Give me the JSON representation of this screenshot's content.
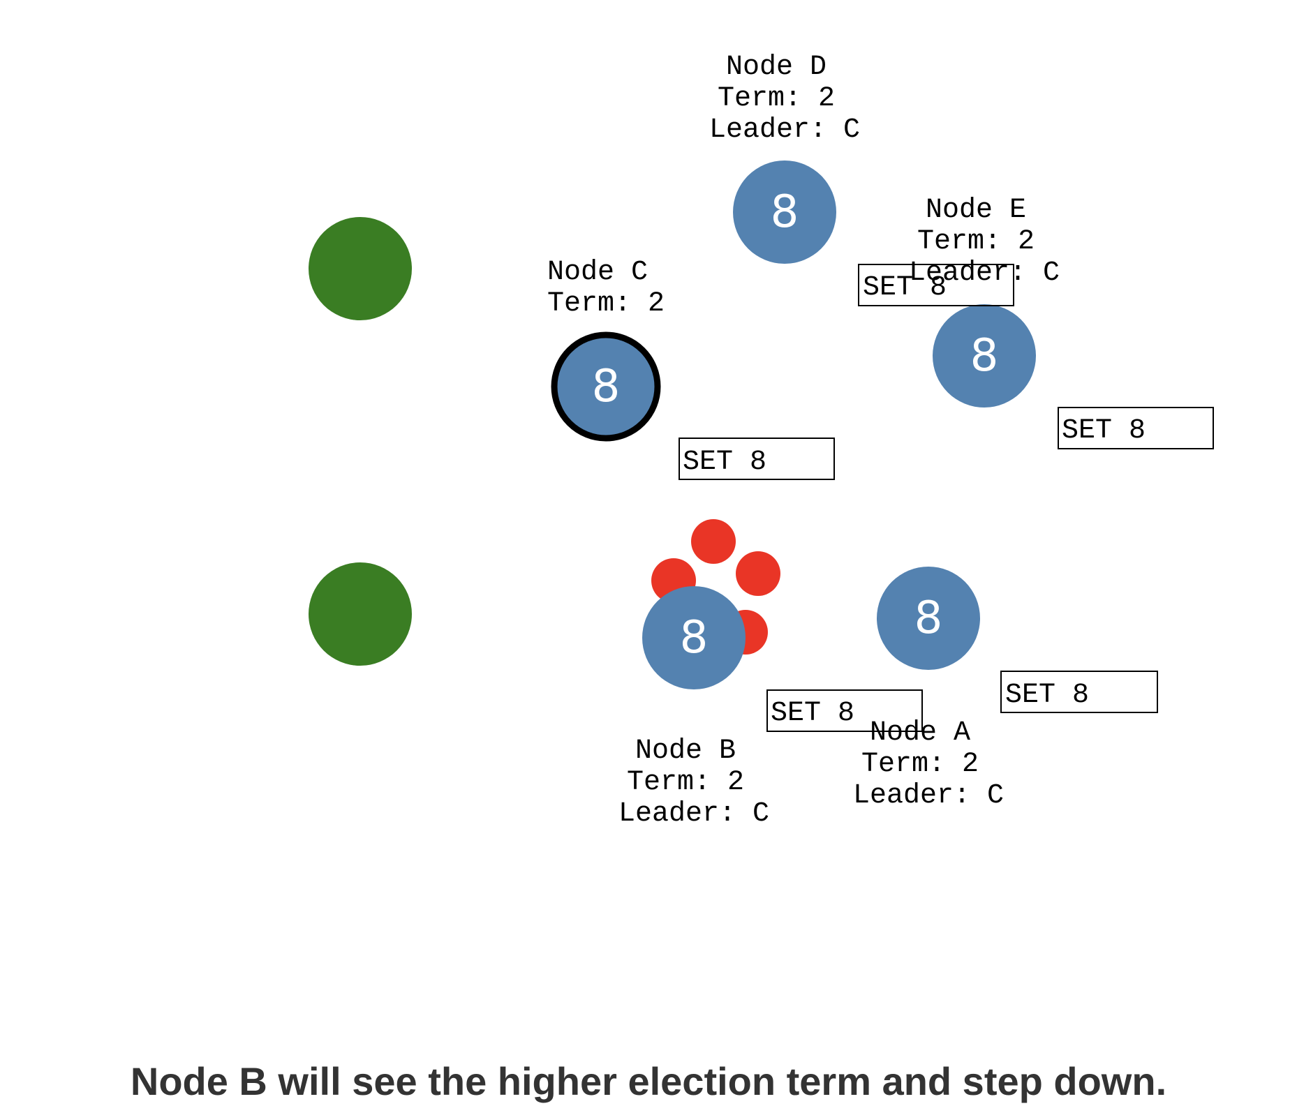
{
  "colors": {
    "node": "#5482b0",
    "client": "#3a7d23",
    "vote": "#e93526",
    "leader_stroke": "#000000",
    "caption": "#333333"
  },
  "clients": [
    {
      "id": "client-top"
    },
    {
      "id": "client-bottom"
    }
  ],
  "nodes": [
    {
      "id": "D",
      "value": "8",
      "leader": false,
      "label_lines": [
        "Node D",
        "Term: 2",
        "Leader: C"
      ]
    },
    {
      "id": "E",
      "value": "8",
      "leader": false,
      "label_lines": [
        "Node E",
        "Term: 2",
        "Leader: C"
      ]
    },
    {
      "id": "C",
      "value": "8",
      "leader": true,
      "label_lines": [
        "Node C",
        "Term: 2"
      ]
    },
    {
      "id": "B",
      "value": "8",
      "leader": false,
      "label_lines": [
        "Node B",
        "Term: 2",
        "Leader: C"
      ]
    },
    {
      "id": "A",
      "value": "8",
      "leader": false,
      "label_lines": [
        "Node A",
        "Term: 2",
        "Leader: C"
      ]
    }
  ],
  "messages": [
    {
      "text": "SET 8"
    },
    {
      "text": "SET 8"
    },
    {
      "text": "SET 8"
    },
    {
      "text": "SET 8"
    },
    {
      "text": "SET 8"
    }
  ],
  "votes": [
    {},
    {},
    {},
    {}
  ],
  "caption": "Node B will see the higher election term and step down."
}
